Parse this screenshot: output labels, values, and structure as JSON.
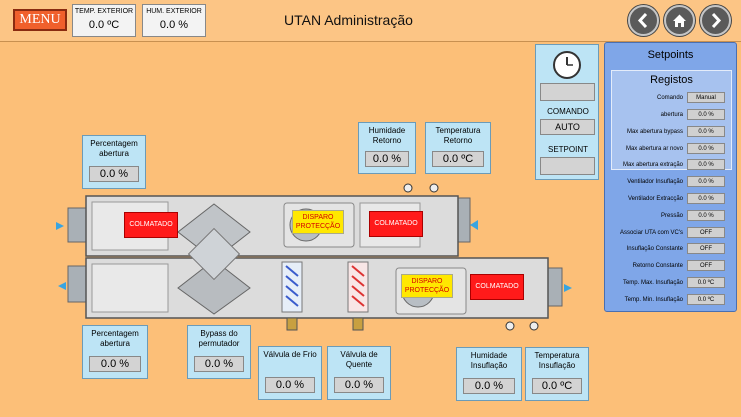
{
  "header": {
    "menu_label": "MENU",
    "title": "UTAN Administração",
    "temp_exterior": {
      "label": "TEMP. EXTERIOR",
      "value": "0.0 ºC"
    },
    "hum_exterior": {
      "label": "HUM. EXTERIOR",
      "value": "0.0 %"
    }
  },
  "sensors": {
    "pct_abertura_top": {
      "label": "Percentagem abertura",
      "value": "0.0 %"
    },
    "humidade_retorno": {
      "label": "Humidade Retorno",
      "value": "0.0 %"
    },
    "temperatura_retorno": {
      "label": "Temperatura Retorno",
      "value": "0.0 ºC"
    },
    "pct_abertura_bottom": {
      "label": "Percentagem abertura",
      "value": "0.0 %"
    },
    "bypass": {
      "label": "Bypass do permutador",
      "value": "0.0 %"
    },
    "valvula_frio": {
      "label": "Válvula de Frio",
      "value": "0.0 %"
    },
    "valvula_quente": {
      "label": "Válvula de Quente",
      "value": "0.0 %"
    },
    "humidade_insuflacao": {
      "label": "Humidade Insuflação",
      "value": "0.0 %"
    },
    "temperatura_insuflacao": {
      "label": "Temperatura Insuflação",
      "value": "0.0 ºC"
    }
  },
  "control": {
    "comando_label": "COMANDO",
    "comando_value": "AUTO",
    "setpoint_label": "SETPOINT",
    "setpoint_value": ""
  },
  "alarms": {
    "colmatado": "COLMATADO",
    "disparo": "DISPARO PROTECÇÃO"
  },
  "setpoints": {
    "title": "Setpoints",
    "registos_title": "Registos",
    "rows": [
      {
        "label": "Comando",
        "value": "Manual"
      },
      {
        "label": "abertura",
        "value": "0.0 %"
      },
      {
        "label": "Max abertura bypass",
        "value": "0.0 %"
      },
      {
        "label": "Max abertura ar novo",
        "value": "0.0 %"
      },
      {
        "label": "Max abertura extração",
        "value": "0.0 %"
      },
      {
        "label": "Ventilador Insuflação",
        "value": "0.0 %"
      },
      {
        "label": "Ventilador Extracção",
        "value": "0.0 %"
      },
      {
        "label": "Pressão",
        "value": "0.0 %"
      },
      {
        "label": "Associar UTA com VC's",
        "value": "OFF"
      },
      {
        "label": "Insuflação Constante",
        "value": "OFF"
      },
      {
        "label": "Retorno Constante",
        "value": "OFF"
      },
      {
        "label": "Temp. Max. Insuflação",
        "value": "0.0 ºC"
      },
      {
        "label": "Temp. Min. Insuflação",
        "value": "0.0 ºC"
      }
    ]
  },
  "colors": {
    "background": "#fcbf78",
    "panel": "#bde4f5",
    "alarm_red": "#ff1a1a",
    "alarm_yellow": "#ffe800",
    "setpoints_panel": "#7fa6e8"
  }
}
